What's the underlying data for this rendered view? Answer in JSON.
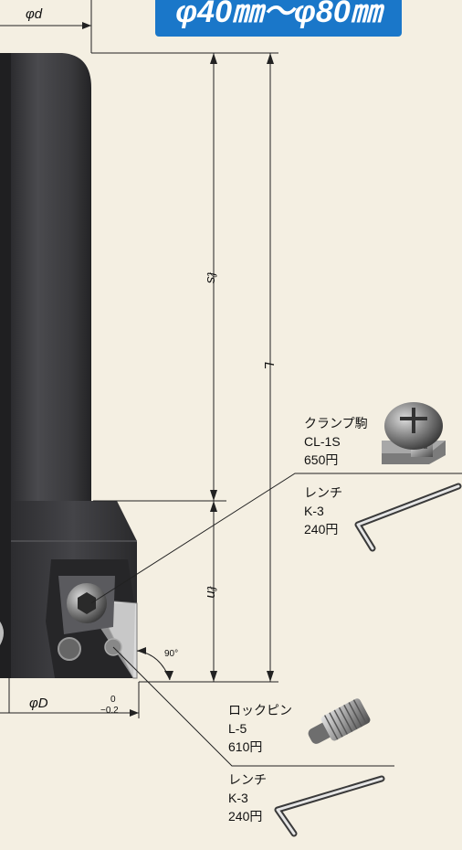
{
  "banner": {
    "text": "φ40㎜～φ80㎜",
    "color": "#1a77c9"
  },
  "dimensions": {
    "shank_diameter": "φd",
    "overall_length": "L",
    "shank_length": "ℓs",
    "head_length": "ℓn",
    "cutting_diameter": "φD",
    "tolerance_upper": "0",
    "tolerance_lower": "−0.2",
    "angle": "90°"
  },
  "parts": [
    {
      "name": "クランプ駒",
      "code": "CL-1S",
      "price": "650円"
    },
    {
      "name": "レンチ",
      "code": "K-3",
      "price": "240円"
    },
    {
      "name": "ロックピン",
      "code": "L-5",
      "price": "610円"
    },
    {
      "name": "レンチ",
      "code": "K-3",
      "price": "240円"
    }
  ],
  "colors": {
    "background": "#f4efe2",
    "tool_body": "#3c3c3f",
    "line": "#222222"
  }
}
